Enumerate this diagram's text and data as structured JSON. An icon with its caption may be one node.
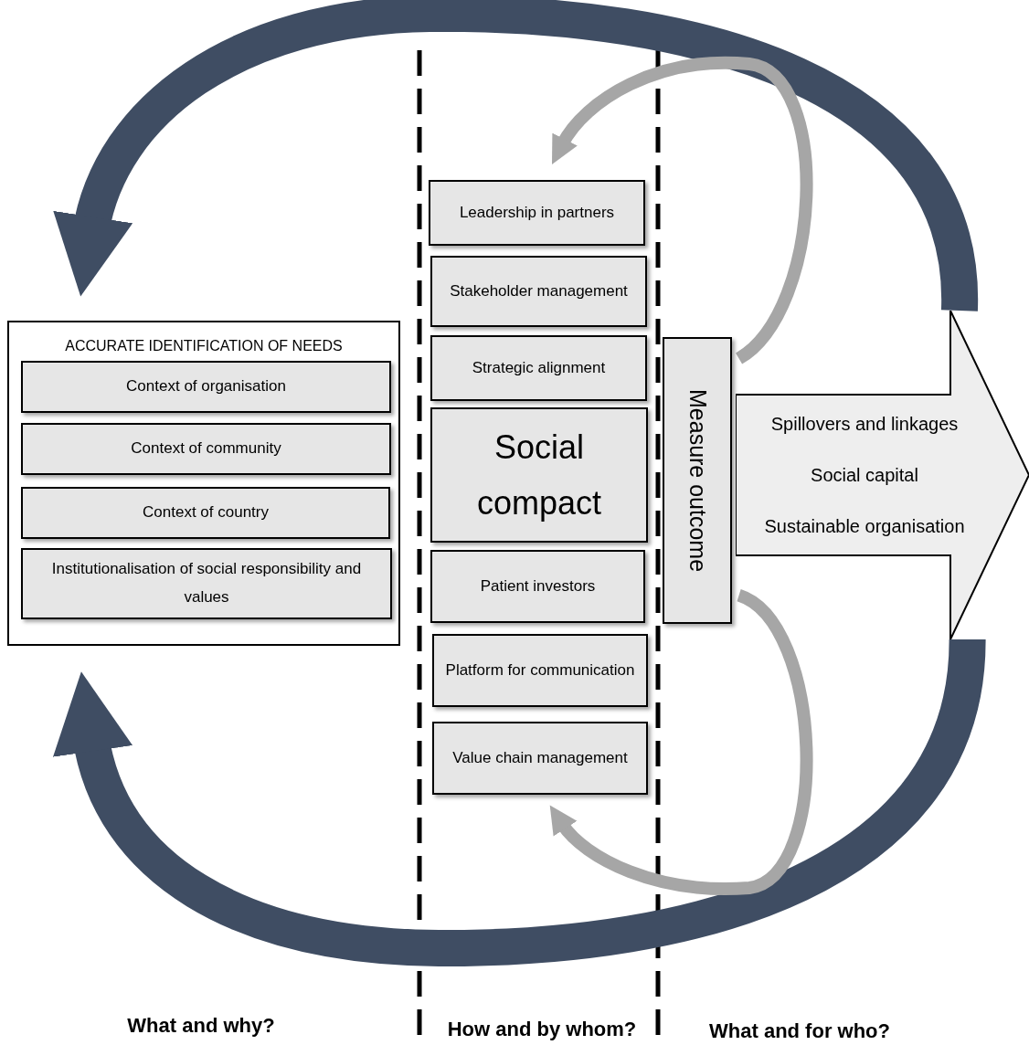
{
  "diagram": {
    "nodes": [
      {
        "text": [
          "ACCURATE IDENTIFICATION OF NEEDS"
        ]
      },
      {
        "text": [
          "Context of organisation"
        ],
        "in": 0
      },
      {
        "text": [
          "Context of community"
        ],
        "in": 0
      },
      {
        "text": [
          "Context of country"
        ],
        "in": 0
      },
      {
        "text": [
          "Institutionalisation of social responsibility and values"
        ],
        "in": 0
      },
      {
        "text": [
          "Leadership in partners"
        ]
      },
      {
        "text": [
          "Stakeholder management"
        ]
      },
      {
        "text": [
          "Strategic alignment"
        ]
      },
      {
        "text": [
          "Social compact"
        ]
      },
      {
        "text": [
          "Patient investors"
        ]
      },
      {
        "text": [
          "Platform for communication"
        ]
      },
      {
        "text": [
          "Value chain management"
        ]
      },
      {
        "text": [
          "Measure outcome"
        ]
      },
      {
        "text": [
          "Spillovers and linkages",
          "Social capital",
          "Sustainable organisation"
        ]
      }
    ],
    "edges": [
      {
        "from": 13,
        "to": 0,
        "arrow": "to",
        "style": "thick"
      },
      {
        "from": 13,
        "to": 0,
        "arrow": "to",
        "style": "thick"
      },
      {
        "from": 12,
        "to": 5,
        "arrow": "to",
        "color": "#a6a6a6"
      },
      {
        "from": 12,
        "to": 11,
        "arrow": "to",
        "color": "#a6a6a6"
      }
    ],
    "labels": [
      "What and why?",
      "How and by whom?",
      "What and for who?"
    ]
  }
}
